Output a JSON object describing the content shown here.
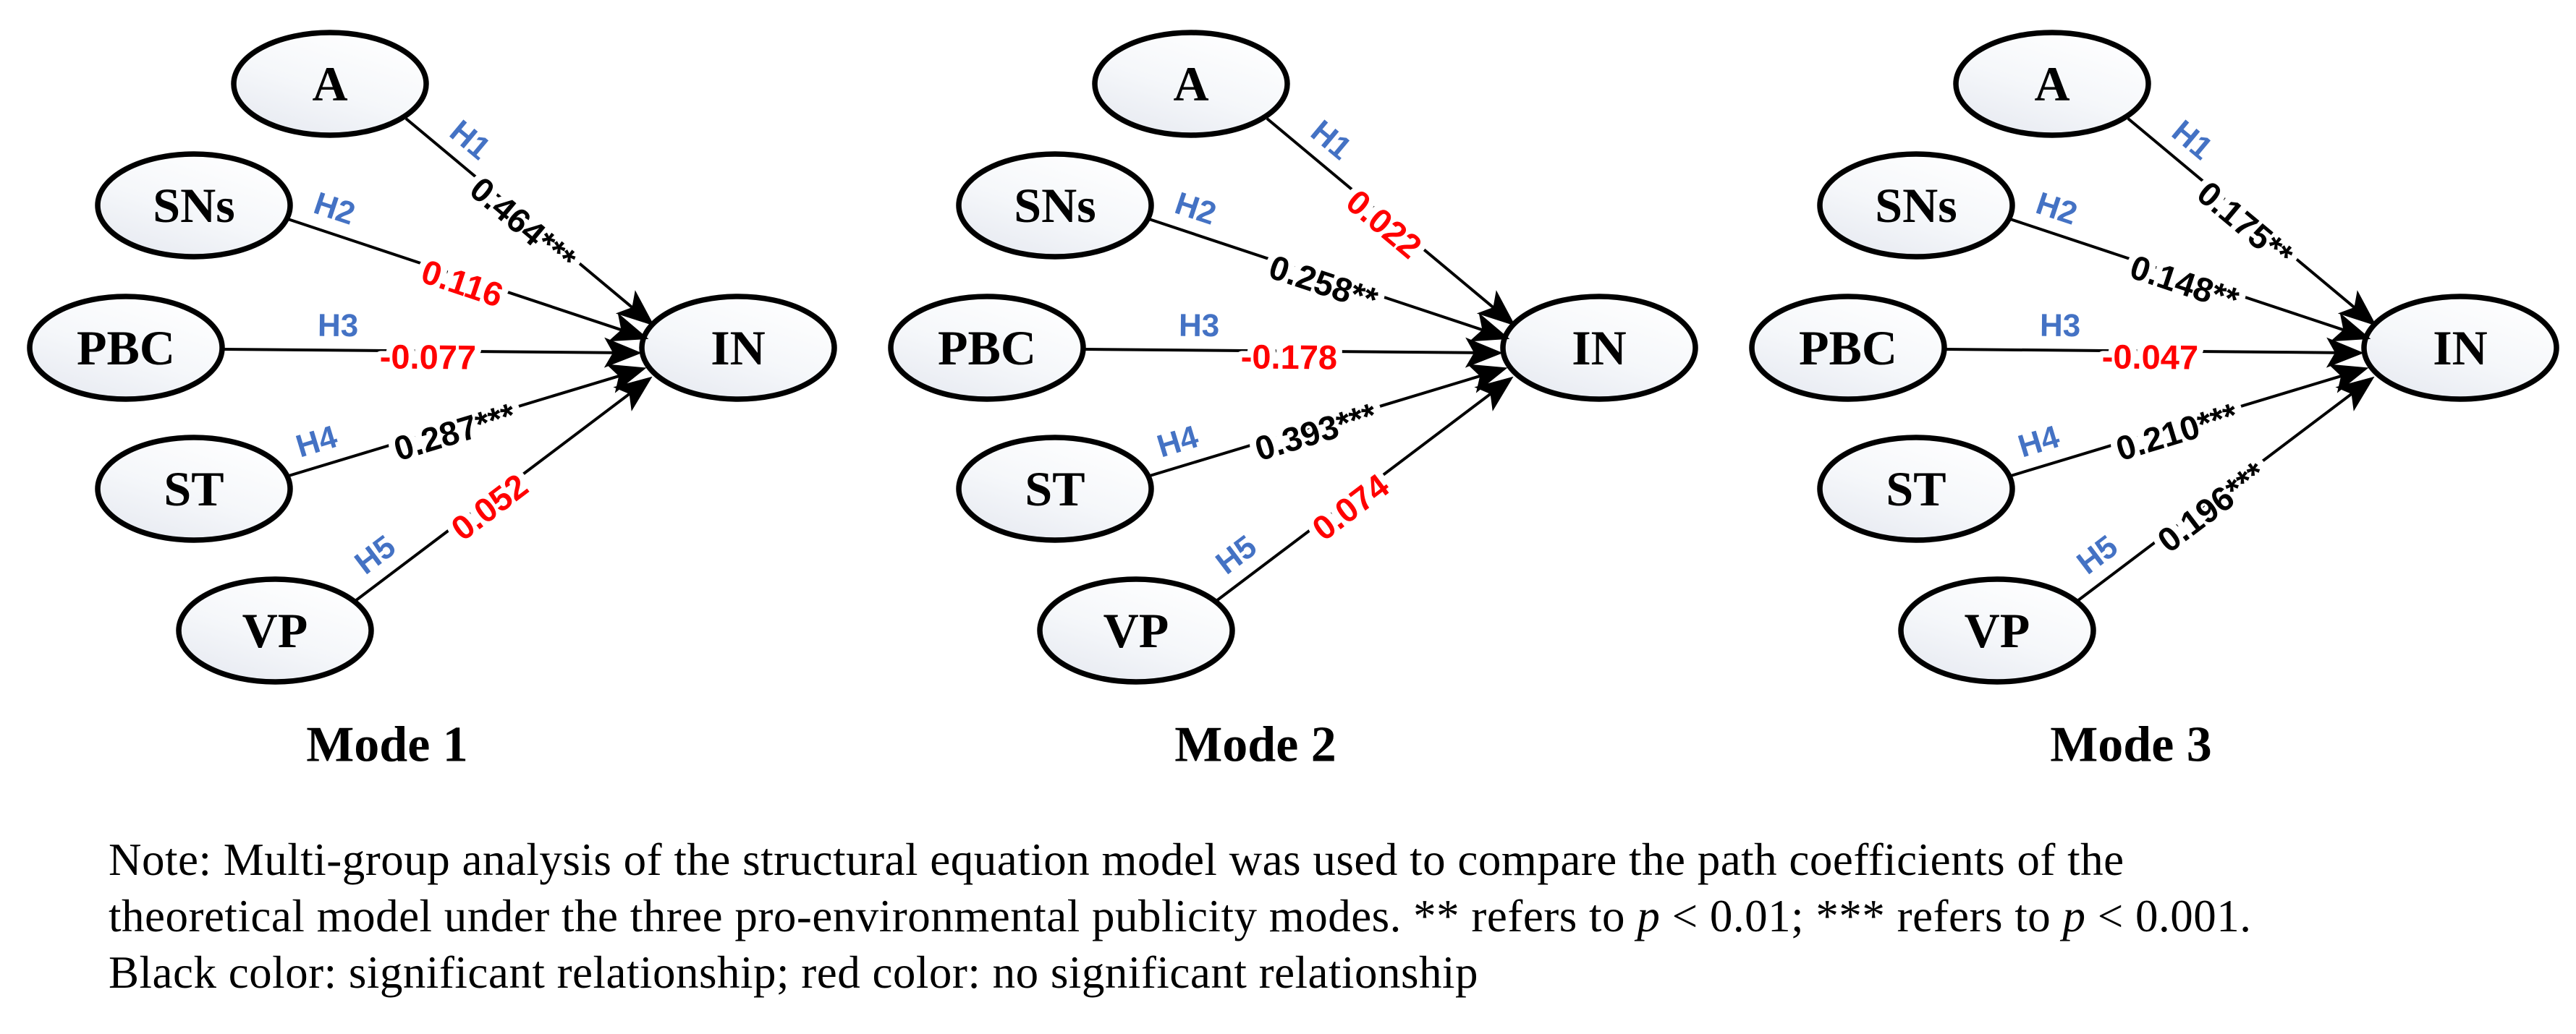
{
  "figure": {
    "source_nodes": [
      "A",
      "SNs",
      "PBC",
      "ST",
      "VP"
    ],
    "target_node": "IN",
    "legend_colors": {
      "significant": "#000000",
      "not_significant": "#FF0000",
      "hypothesis": "#4472C4"
    },
    "models": [
      {
        "label": "Mode 1",
        "paths": [
          {
            "hypothesis": "H1",
            "source": "A",
            "coefficient": "0.464***",
            "significant": true
          },
          {
            "hypothesis": "H2",
            "source": "SNs",
            "coefficient": "0.116",
            "significant": false
          },
          {
            "hypothesis": "H3",
            "source": "PBC",
            "coefficient": "-0.077",
            "significant": false
          },
          {
            "hypothesis": "H4",
            "source": "ST",
            "coefficient": "0.287***",
            "significant": true
          },
          {
            "hypothesis": "H5",
            "source": "VP",
            "coefficient": "0.052",
            "significant": false
          }
        ]
      },
      {
        "label": "Mode 2",
        "paths": [
          {
            "hypothesis": "H1",
            "source": "A",
            "coefficient": "0.022",
            "significant": false
          },
          {
            "hypothesis": "H2",
            "source": "SNs",
            "coefficient": "0.258**",
            "significant": true
          },
          {
            "hypothesis": "H3",
            "source": "PBC",
            "coefficient": "-0.178",
            "significant": false
          },
          {
            "hypothesis": "H4",
            "source": "ST",
            "coefficient": "0.393***",
            "significant": true
          },
          {
            "hypothesis": "H5",
            "source": "VP",
            "coefficient": "0.074",
            "significant": false
          }
        ]
      },
      {
        "label": "Mode 3",
        "paths": [
          {
            "hypothesis": "H1",
            "source": "A",
            "coefficient": "0.175**",
            "significant": true
          },
          {
            "hypothesis": "H2",
            "source": "SNs",
            "coefficient": "0.148**",
            "significant": true
          },
          {
            "hypothesis": "H3",
            "source": "PBC",
            "coefficient": "-0.047",
            "significant": false
          },
          {
            "hypothesis": "H4",
            "source": "ST",
            "coefficient": "0.210***",
            "significant": true
          },
          {
            "hypothesis": "H5",
            "source": "VP",
            "coefficient": "0.196***",
            "significant": true
          }
        ]
      }
    ]
  },
  "note": {
    "lines": [
      [
        {
          "t": "Note: Multi-group analysis of the structural equation model was used to compare the path coefficients of the"
        }
      ],
      [
        {
          "t": "theoretical model under the three pro-environmental publicity modes. ** refers to "
        },
        {
          "t": "p",
          "italic": true
        },
        {
          "t": " < 0.01; *** refers to "
        },
        {
          "t": "p",
          "italic": true
        },
        {
          "t": " < 0.001."
        }
      ],
      [
        {
          "t": "Black color: significant relationship; red color: no significant relationship"
        }
      ]
    ]
  }
}
